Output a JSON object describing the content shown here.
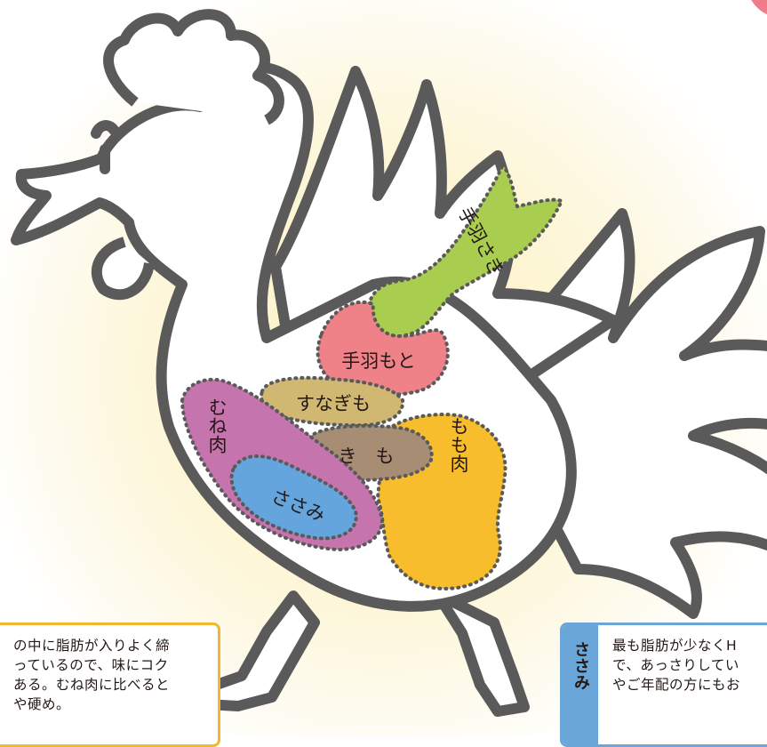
{
  "colors": {
    "background_glow": "#fdf3c4",
    "outline": "#5a5a5a",
    "tebasaki": "#a9cd4f",
    "tebamoto": "#ef8189",
    "sunagimo": "#d1b872",
    "kimo": "#a78d74",
    "momoniku": "#f8bd2c",
    "muneniku": "#c674ae",
    "sasami": "#63a5dc",
    "corner_accent": "#ee7c8a",
    "momo_note_border": "#f4b530",
    "sasami_note_border": "#6aa7d8"
  },
  "parts": {
    "tebasaki": "手羽さき",
    "tebamoto": "手羽もと",
    "sunagimo": "すなぎも",
    "kimo": "き　も",
    "momoniku": "もも肉",
    "muneniku": "むね肉",
    "sasami": "ささみ"
  },
  "notes": {
    "momo": {
      "lines": [
        "の中に脂肪が入りよく締",
        "っているので、味にコク",
        "ある。むね肉に比べると",
        "や硬め。"
      ]
    },
    "sasami": {
      "tag": "ささみ",
      "lines": [
        "最も脂肪が少なくH",
        "で、あっさりしてい",
        "やご年配の方にもお"
      ]
    }
  }
}
